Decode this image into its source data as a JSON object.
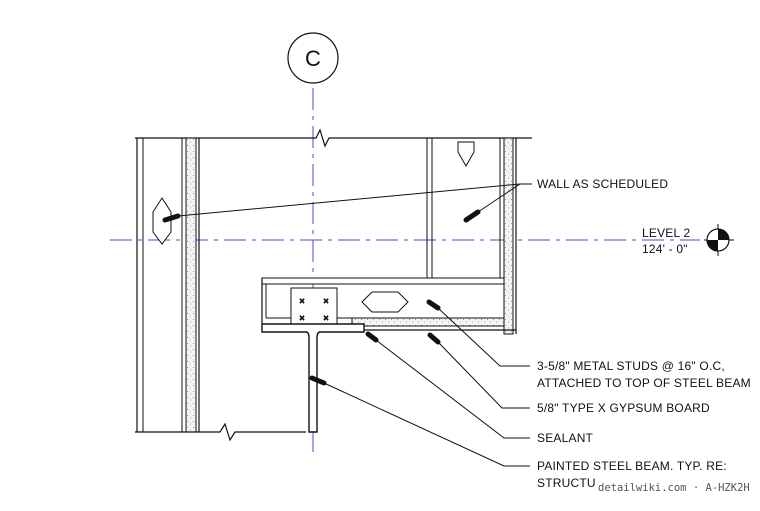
{
  "grid_bubble": {
    "label": "C"
  },
  "level_marker": {
    "name": "LEVEL 2",
    "elevation": "124' - 0\""
  },
  "notes": [
    {
      "text": "WALL AS SCHEDULED"
    },
    {
      "text": "3-5/8\" METAL STUDS @ 16\" O.C,"
    },
    {
      "text": "ATTACHED TO TOP OF STEEL BEAM"
    },
    {
      "text": "5/8\" TYPE X GYPSUM BOARD"
    },
    {
      "text": "SEALANT"
    },
    {
      "text": "PAINTED STEEL BEAM. TYP. RE:"
    },
    {
      "text": "STRUCTU"
    }
  ],
  "watermark": "detailwiki.com · A-HZK2H",
  "colors": {
    "line": "#111111",
    "grid_line": "#4b4bd6",
    "hatch_fill": "#f2f2f2"
  }
}
